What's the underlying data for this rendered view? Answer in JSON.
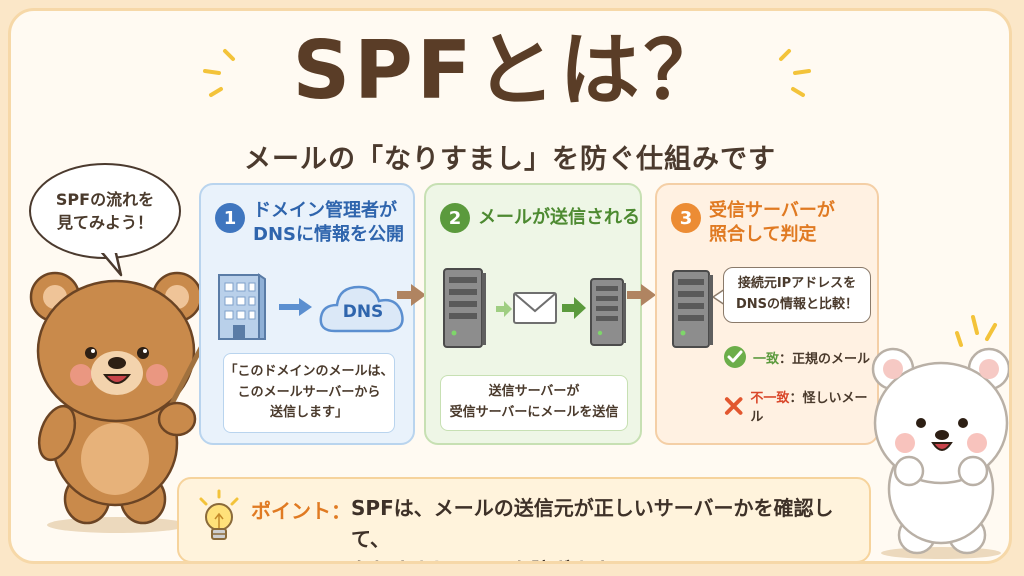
{
  "title": "SPFとは？",
  "subtitle": "メールの「なりすまし」を防ぐ仕組みです",
  "bubble": {
    "line1": "SPFの流れを",
    "line2": "見てみよう！"
  },
  "steps": [
    {
      "num": "1",
      "title_line1": "ドメイン管理者が",
      "title_line2": "DNSに情報を公開",
      "icon_label": "DNS",
      "note_line1": "「このドメインのメールは、",
      "note_line2": "このメールサーバーから",
      "note_line3": "送信します」"
    },
    {
      "num": "2",
      "title_line1": "メールが送信される",
      "note_line1": "送信サーバーが",
      "note_line2": "受信サーバーにメールを送信"
    },
    {
      "num": "3",
      "title_line1": "受信サーバーが",
      "title_line2": "照合して判定",
      "note_line1": "接続元IPアドレスを",
      "note_line2": "DNSの情報と比較！",
      "pass_label": "一致",
      "pass_text": "：正規のメール",
      "fail_label": "不一致",
      "fail_text": "：怪しいメール"
    }
  ],
  "point": {
    "label": "ポイント：",
    "line1": "SPFは、メールの送信元が正しいサーバーかを確認して、",
    "line2": "なりすましメールを防ぎます！"
  },
  "colors": {
    "blue": "#3f76bf",
    "green": "#5b9a3d",
    "orange": "#ec8c34",
    "brown": "#5a3d27"
  },
  "icons": [
    "building-icon",
    "dns-cloud-icon",
    "server-icon",
    "envelope-icon",
    "check-icon",
    "cross-icon",
    "lightbulb-icon",
    "bear-brown",
    "bear-white"
  ]
}
